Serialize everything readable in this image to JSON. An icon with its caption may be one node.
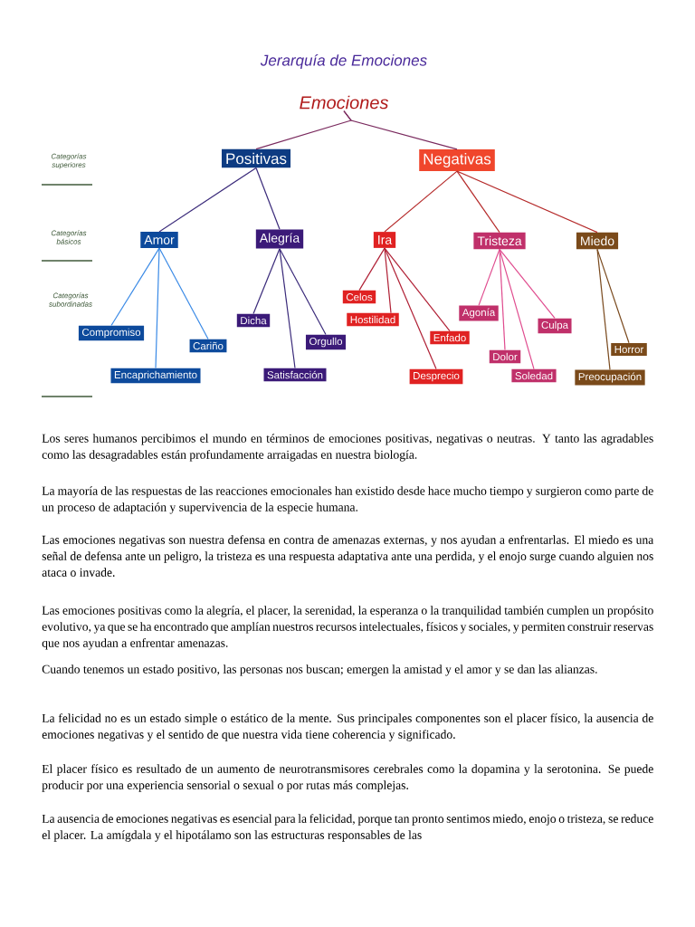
{
  "diagram": {
    "title": "Jerarquía de Emociones",
    "nodes": [
      {
        "text": [
          "Emociones"
        ]
      },
      {
        "text": [
          "Positivas"
        ]
      },
      {
        "text": [
          "Negativas"
        ]
      },
      {
        "text": [
          "Amor"
        ]
      },
      {
        "text": [
          "Alegría"
        ]
      },
      {
        "text": [
          "Ira"
        ]
      },
      {
        "text": [
          "Tristeza"
        ]
      },
      {
        "text": [
          "Miedo"
        ]
      },
      {
        "text": [
          "Compromiso"
        ]
      },
      {
        "text": [
          "Cariño"
        ]
      },
      {
        "text": [
          "Encaprichamiento"
        ]
      },
      {
        "text": [
          "Dicha"
        ]
      },
      {
        "text": [
          "Orgullo"
        ]
      },
      {
        "text": [
          "Satisfacción"
        ]
      },
      {
        "text": [
          "Celos"
        ]
      },
      {
        "text": [
          "Hostilidad"
        ]
      },
      {
        "text": [
          "Enfado"
        ]
      },
      {
        "text": [
          "Desprecio"
        ]
      },
      {
        "text": [
          "Agonía"
        ]
      },
      {
        "text": [
          "Culpa"
        ]
      },
      {
        "text": [
          "Dolor"
        ]
      },
      {
        "text": [
          "Soledad"
        ]
      },
      {
        "text": [
          "Horror"
        ]
      },
      {
        "text": [
          "Preocupación"
        ]
      }
    ],
    "edges": [
      {
        "from": 0,
        "to": 1,
        "arrow": "none",
        "color": "#7a2a5e"
      },
      {
        "from": 0,
        "to": 2,
        "arrow": "none",
        "color": "#7a2a5e"
      },
      {
        "from": 1,
        "to": 3,
        "arrow": "none",
        "color": "#3a2a7a"
      },
      {
        "from": 1,
        "to": 4,
        "arrow": "none",
        "color": "#3a2a7a"
      },
      {
        "from": 2,
        "to": 5,
        "arrow": "none",
        "color": "#b52a2a"
      },
      {
        "from": 2,
        "to": 6,
        "arrow": "none",
        "color": "#b52a2a"
      },
      {
        "from": 2,
        "to": 7,
        "arrow": "none",
        "color": "#b52a2a"
      },
      {
        "from": 3,
        "to": 8,
        "arrow": "none",
        "color": "#3a8ae6"
      },
      {
        "from": 3,
        "to": 10,
        "arrow": "none",
        "color": "#3a8ae6"
      },
      {
        "from": 3,
        "to": 9,
        "arrow": "none",
        "color": "#3a8ae6"
      },
      {
        "from": 4,
        "to": 11,
        "arrow": "none",
        "color": "#3a2a7a"
      },
      {
        "from": 4,
        "to": 13,
        "arrow": "none",
        "color": "#3a2a7a"
      },
      {
        "from": 4,
        "to": 12,
        "arrow": "none",
        "color": "#3a2a7a"
      },
      {
        "from": 5,
        "to": 14,
        "arrow": "none",
        "color": "#b02035"
      },
      {
        "from": 5,
        "to": 15,
        "arrow": "none",
        "color": "#b02035"
      },
      {
        "from": 5,
        "to": 17,
        "arrow": "none",
        "color": "#b02035"
      },
      {
        "from": 5,
        "to": 16,
        "arrow": "none",
        "color": "#b02035"
      },
      {
        "from": 6,
        "to": 18,
        "arrow": "none",
        "color": "#e04b8e"
      },
      {
        "from": 6,
        "to": 20,
        "arrow": "none",
        "color": "#e04b8e"
      },
      {
        "from": 6,
        "to": 21,
        "arrow": "none",
        "color": "#e04b8e"
      },
      {
        "from": 6,
        "to": 19,
        "arrow": "none",
        "color": "#e04b8e"
      },
      {
        "from": 7,
        "to": 23,
        "arrow": "none",
        "color": "#7a4a1e"
      },
      {
        "from": 7,
        "to": 22,
        "arrow": "none",
        "color": "#7a4a1e"
      }
    ],
    "labels": [
      "Categorías superiores",
      "Categorías básicos",
      "Categorías subordinadas",
      "Los seres humanos percibimos el mundo en términos de emociones positivas, negativas o neutras. Y tanto las agradables como las desagradables están profundamente arraigadas en nuestra biología.",
      "La mayoría de las respuestas de las reacciones emocionales han existido desde hace mucho tiempo y surgieron como parte de un proceso de adaptación y supervivencia de la especie humana.",
      "Las emociones negativas son nuestra defensa en contra de amenazas externas, y nos ayudan a enfrentarlas. El miedo es una señal de defensa ante un peligro, la tristeza es una respuesta adaptativa ante una perdida, y el enojo surge cuando alguien nos ataca o invade.",
      "Las emociones positivas como la alegría, el placer, la serenidad, la esperanza o la tranquilidad también cumplen un propósito evolutivo, ya que se ha encontrado que amplían nuestros recursos intelectuales, físicos y sociales, y permiten construir reservas que nos ayudan a enfrentar amenazas.",
      "Cuando tenemos un estado positivo, las personas nos buscan; emergen la amistad y el amor y se dan las alianzas.",
      "La felicidad no es un estado simple o estático de la mente. Sus principales componentes son el placer físico, la ausencia de emociones negativas y el sentido de que nuestra vida tiene coherencia y significado.",
      "El placer físico es resultado de un aumento de neurotransmisores cerebrales como la dopamina y la serotonina. Se puede producir por una experiencia sensorial o sexual o por rutas más complejas.",
      "La ausencia de emociones negativas es esencial para la felicidad, porque tan pronto sentimos miedo, enojo o tristeza, se reduce el placer. La amígdala y el hipotálamo son las estructuras responsables de las"
    ]
  }
}
